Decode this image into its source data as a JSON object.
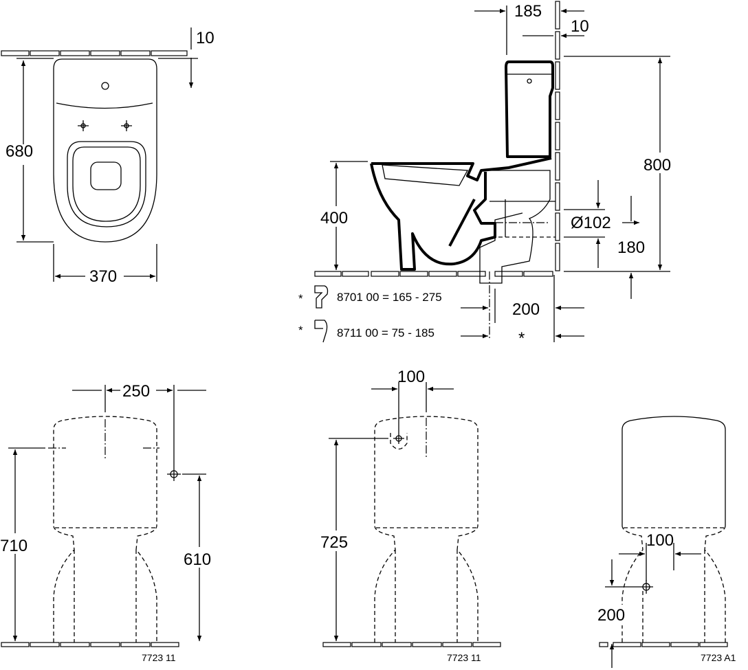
{
  "plan_view": {
    "dim_wall_gap": "10",
    "dim_depth": "680",
    "dim_width": "370"
  },
  "side_view": {
    "dim_tank_depth": "185",
    "dim_wall_gap": "10",
    "dim_height_total": "800",
    "dim_seat_height": "400",
    "dim_outlet_diameter": "Ø102",
    "dim_outlet_height": "180",
    "dim_outlet_offset": "200",
    "asterisk": "*",
    "legend": [
      {
        "marker": "*",
        "text": "8701 00 = 165 - 275"
      },
      {
        "marker": "*",
        "text": "8711 00 = 75 - 185"
      }
    ]
  },
  "front_view_1": {
    "dim_spacing": "250",
    "dim_height": "710",
    "dim_inlet_height": "610",
    "code": "7723 11"
  },
  "front_view_2": {
    "dim_spacing": "100",
    "dim_height": "725",
    "code": "7723 11"
  },
  "front_view_3": {
    "dim_offset": "100",
    "dim_inlet_height": "200",
    "code": "7723 A1"
  }
}
